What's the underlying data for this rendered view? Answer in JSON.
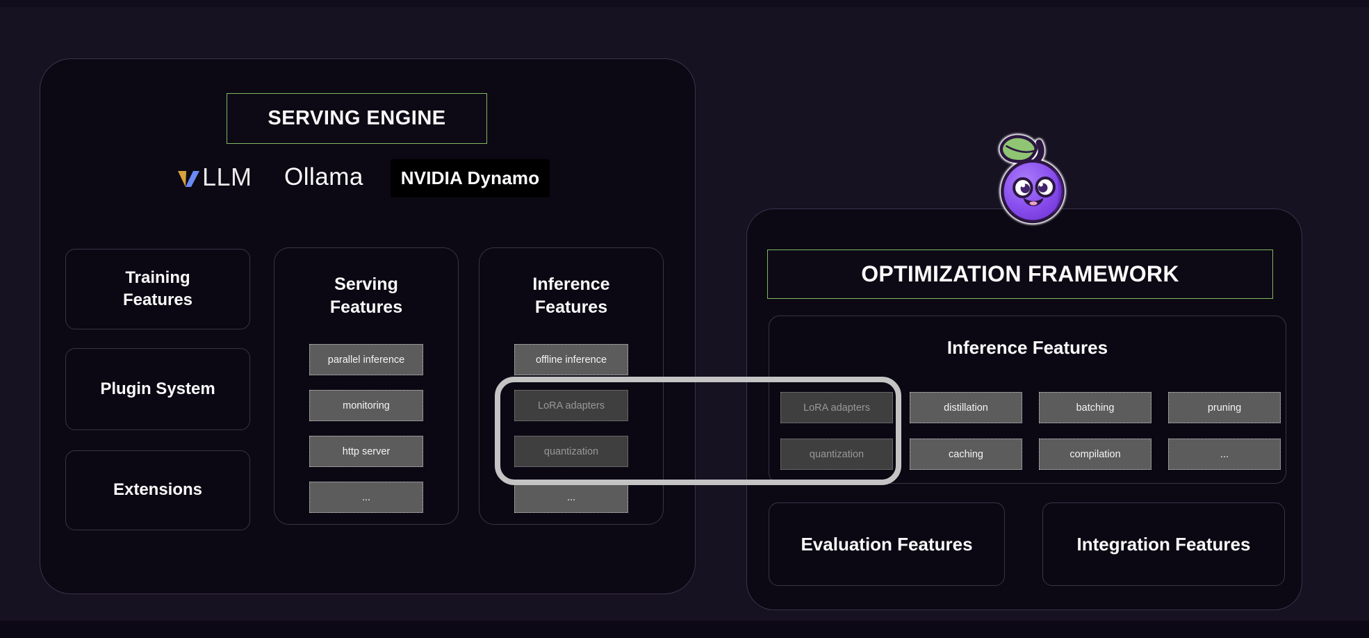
{
  "colors": {
    "background": "#171222",
    "panel_fill": "#0c0914",
    "panel_border": "#39334a",
    "accent_green": "#7fba60",
    "highlight_gray": "#c4c4c4",
    "chip_fill": "#5c5c5c",
    "chip_fill_dimmed": "#3f3f3f",
    "nvidia_box_black": "#000000",
    "vllm_gold": "#d7a13c",
    "vllm_blue": "#6b8af2",
    "mascot_purple": "#8a4df0",
    "mascot_leaf_green": "#8fc573"
  },
  "serving_engine": {
    "title": "SERVING ENGINE",
    "logos": {
      "vllm_text": "LLM",
      "ollama": "Ollama",
      "nvidia": "NVIDIA Dynamo"
    },
    "side_boxes": [
      {
        "label": "Training Features"
      },
      {
        "label": "Plugin System"
      },
      {
        "label": "Extensions"
      }
    ],
    "serving_features": {
      "title": "Serving Features",
      "chips": [
        {
          "label": "parallel inference",
          "dimmed": false
        },
        {
          "label": "monitoring",
          "dimmed": false
        },
        {
          "label": "http server",
          "dimmed": false
        },
        {
          "label": "...",
          "dimmed": false
        }
      ]
    },
    "inference_features": {
      "title": "Inference Features",
      "chips": [
        {
          "label": "offline inference",
          "dimmed": false
        },
        {
          "label": "LoRA adapters",
          "dimmed": true
        },
        {
          "label": "quantization",
          "dimmed": true
        },
        {
          "label": "...",
          "dimmed": false
        }
      ]
    }
  },
  "optimization_framework": {
    "title": "OPTIMIZATION FRAMEWORK",
    "mascot_icon": "plum-mascot",
    "inference_features": {
      "title": "Inference Features",
      "chips": [
        {
          "label": "LoRA adapters",
          "dimmed": true
        },
        {
          "label": "distillation",
          "dimmed": false
        },
        {
          "label": "batching",
          "dimmed": false
        },
        {
          "label": "pruning",
          "dimmed": false
        },
        {
          "label": "quantization",
          "dimmed": true
        },
        {
          "label": "caching",
          "dimmed": false
        },
        {
          "label": "compilation",
          "dimmed": false
        },
        {
          "label": "...",
          "dimmed": false
        }
      ]
    },
    "bottom_boxes": [
      {
        "label": "Evaluation Features"
      },
      {
        "label": "Integration Features"
      }
    ]
  }
}
